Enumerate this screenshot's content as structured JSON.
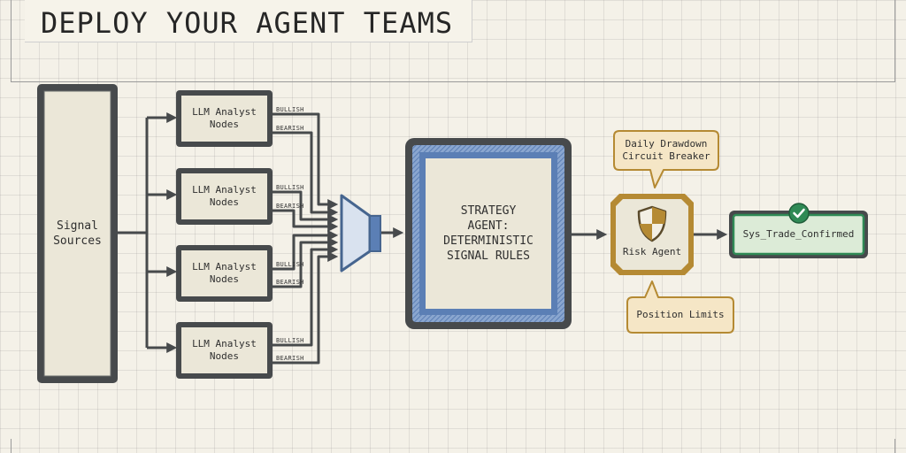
{
  "title": "DEPLOY YOUR AGENT TEAMS",
  "signal_sources": {
    "label": "Signal\nSources"
  },
  "analysts": [
    {
      "label": "LLM Analyst\nNodes",
      "bullish": "BULLISH",
      "bearish": "BEARISH"
    },
    {
      "label": "LLM Analyst\nNodes",
      "bullish": "BULLISH",
      "bearish": "BEARISH"
    },
    {
      "label": "LLM Analyst\nNodes",
      "bullish": "BULLISH",
      "bearish": "BEARISH"
    },
    {
      "label": "LLM Analyst\nNodes",
      "bullish": "BULLISH",
      "bearish": "BEARISH"
    }
  ],
  "strategy_agent": {
    "label": "STRATEGY\nAGENT:\nDETERMINISTIC\nSIGNAL RULES"
  },
  "risk_agent": {
    "label": "Risk Agent",
    "icon": "shield-icon"
  },
  "callouts": {
    "drawdown": "Daily Drawdown\nCircuit Breaker",
    "position_limits": "Position Limits"
  },
  "output": {
    "label": "Sys_Trade_Confirmed",
    "icon": "check-circle-icon"
  },
  "colors": {
    "node_border": "#474a4c",
    "node_fill": "#ebe7d8",
    "strategy_blue": "#5b7fb5",
    "risk_gold": "#b58a33",
    "callout_fill": "#f5e6c6",
    "output_green": "#2f8a55",
    "output_fill": "#dcebd7"
  }
}
